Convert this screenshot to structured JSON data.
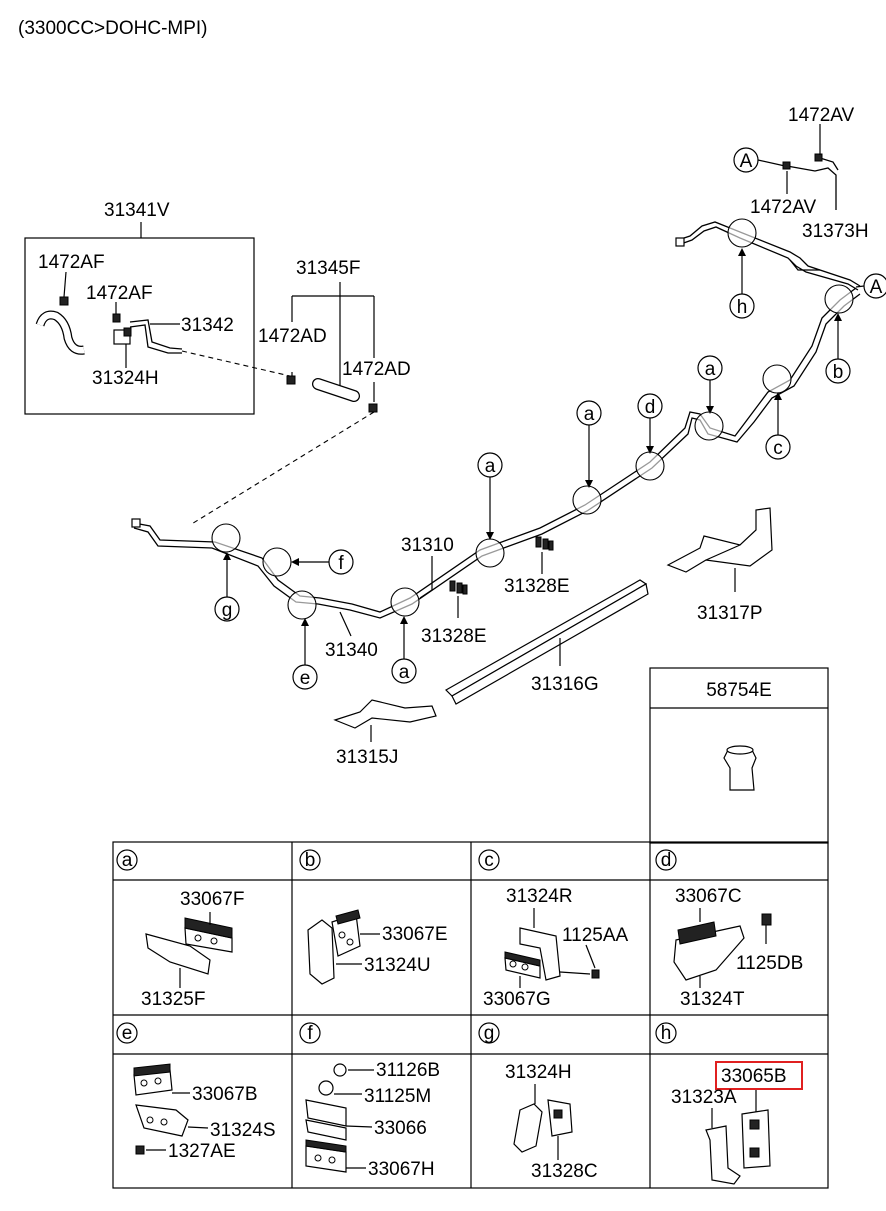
{
  "header": "(3300CC>DOHC-MPI)",
  "refs": {
    "a": "a",
    "b": "b",
    "c": "c",
    "d": "d",
    "e": "e",
    "f": "f",
    "g": "g",
    "h": "h",
    "A": "A"
  },
  "parts": {
    "p1472AV_top": "1472AV",
    "p1472AV_mid": "1472AV",
    "p31373H": "31373H",
    "p31341V": "31341V",
    "p1472AF_left": "1472AF",
    "p1472AF_right": "1472AF",
    "p31342": "31342",
    "p31324H_box": "31324H",
    "p31345F": "31345F",
    "p1472AD_left": "1472AD",
    "p1472AD_right": "1472AD",
    "p31310": "31310",
    "p31328E_top": "31328E",
    "p31328E_bot": "31328E",
    "p31340": "31340",
    "p31317P": "31317P",
    "p31316G": "31316G",
    "p31315J": "31315J",
    "p58754E": "58754E"
  },
  "grid": {
    "a": {
      "key": "a",
      "labels": [
        "33067F",
        "31325F"
      ]
    },
    "b": {
      "key": "b",
      "labels": [
        "33067E",
        "31324U"
      ]
    },
    "c": {
      "key": "c",
      "labels": [
        "31324R",
        "1125AA",
        "33067G"
      ]
    },
    "d": {
      "key": "d",
      "labels": [
        "33067C",
        "1125DB",
        "31324T"
      ]
    },
    "e": {
      "key": "e",
      "labels": [
        "33067B",
        "31324S",
        "1327AE"
      ]
    },
    "f": {
      "key": "f",
      "labels": [
        "31126B",
        "31125M",
        "33066",
        "33067H"
      ]
    },
    "g": {
      "key": "g",
      "labels": [
        "31324H",
        "31328C"
      ]
    },
    "h": {
      "key": "h",
      "labels": [
        "33065B",
        "31323A"
      ]
    }
  },
  "highlight": {
    "part": "33065B",
    "color": "#e02020"
  }
}
